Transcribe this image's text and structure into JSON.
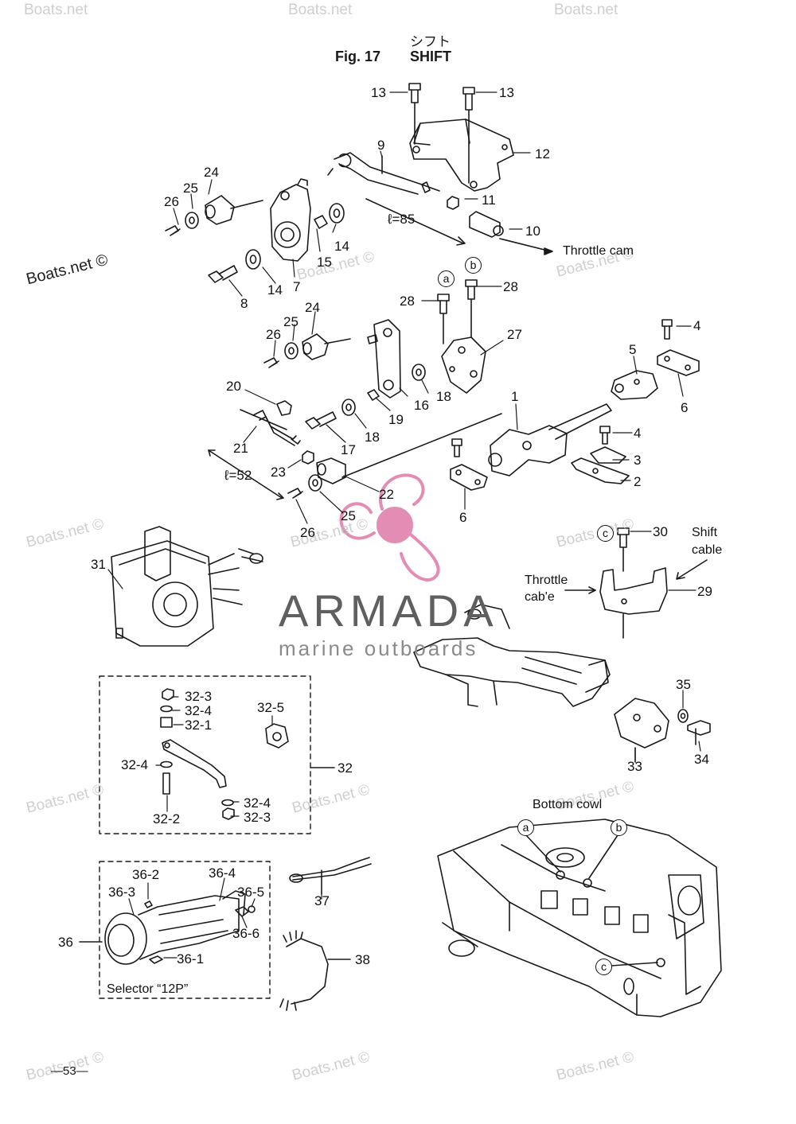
{
  "header": {
    "title_jp": "シフト",
    "fig_label": "Fig. 17",
    "title_en": "SHIFT"
  },
  "watermarks": {
    "text": "Boats.net",
    "dark_text": "Boats.net ©"
  },
  "brand": {
    "name": "ARMADA",
    "tagline": "marine outboards",
    "accent_color": "#e07aa8"
  },
  "parts": {
    "p13a": "13",
    "p13b": "13",
    "p12": "12",
    "p9": "9",
    "p11": "11",
    "p10": "10",
    "p24a": "24",
    "p25a": "25",
    "p26a": "26",
    "p85": "ℓ=85",
    "p14a": "14",
    "p14b": "14",
    "p15": "15",
    "p7": "7",
    "p8": "8",
    "p28a": "28",
    "p28b": "28",
    "p27": "27",
    "p4a": "4",
    "p5": "5",
    "p6a": "6",
    "p24b": "24",
    "p25b": "25",
    "p26b": "26",
    "p16": "16",
    "p18a": "18",
    "p18b": "18",
    "p19": "19",
    "p20": "20",
    "p1": "1",
    "p4b": "4",
    "p3": "3",
    "p2": "2",
    "p21": "21",
    "p17": "17",
    "p22": "22",
    "p23": "23",
    "p52": "ℓ=52",
    "p6b": "6",
    "p25c": "25",
    "p26c": "26",
    "p30": "30",
    "p29": "29",
    "p31": "31",
    "p32_3a": "32-3",
    "p32_4a": "32-4",
    "p32_1": "32-1",
    "p32_5": "32-5",
    "p32_4b": "32-4",
    "p32": "32",
    "p32_4c": "32-4",
    "p32_3b": "32-3",
    "p32_2": "32-2",
    "p35": "35",
    "p34": "34",
    "p33": "33",
    "p36_2": "36-2",
    "p36_4": "36-4",
    "p36_3": "36-3",
    "p36_5": "36-5",
    "p36": "36",
    "p36_6": "36-6",
    "p36_1": "36-1",
    "p37": "37",
    "p38": "38"
  },
  "callouts": {
    "throttle_cam": "Throttle cam",
    "shift_cable_1": "Shift",
    "shift_cable_2": "cable",
    "throttle_cable_1": "Throttle",
    "throttle_cable_2": "cab'e",
    "bottom_cowl": "Bottom cowl",
    "selector": "Selector “12P”"
  },
  "markers": {
    "a": "a",
    "b": "b",
    "c": "c"
  },
  "page_number": "—53—"
}
